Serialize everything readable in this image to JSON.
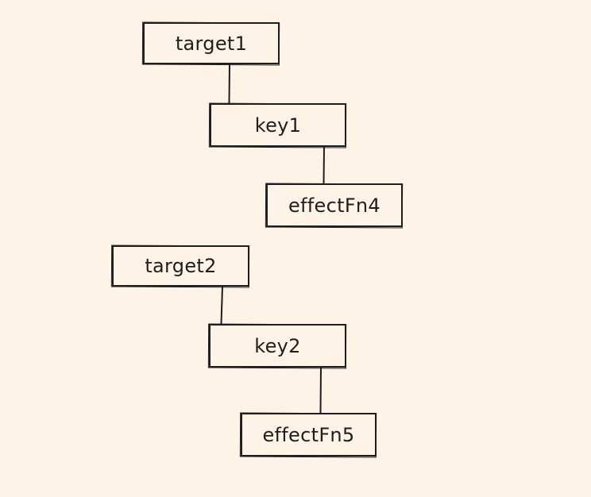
{
  "diagram": {
    "nodes": {
      "target1": "target1",
      "key1": "key1",
      "effectFn4": "effectFn4",
      "target2": "target2",
      "key2": "key2",
      "effectFn5": "effectFn5"
    },
    "edges": [
      {
        "from": "target1",
        "to": "key1"
      },
      {
        "from": "key1",
        "to": "effectFn4"
      },
      {
        "from": "target2",
        "to": "key2"
      },
      {
        "from": "key2",
        "to": "effectFn5"
      }
    ],
    "colors": {
      "background": "#fdf3e7",
      "stroke": "#1e1e1e"
    }
  }
}
